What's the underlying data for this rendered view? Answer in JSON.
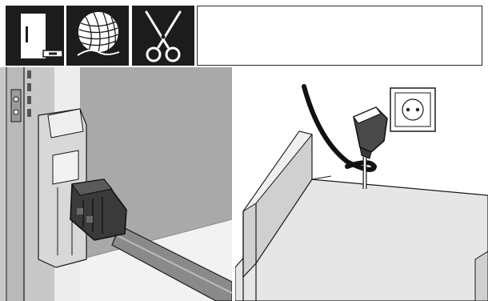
{
  "header": {
    "icons": [
      {
        "name": "appliance-icon",
        "label": ""
      },
      {
        "name": "cord-bundle-icon",
        "label": ""
      },
      {
        "name": "scissors-icon",
        "label": ""
      }
    ]
  },
  "panels": [
    {
      "name": "connector-panel",
      "depicts": "power-cable-connector-on-appliance"
    },
    {
      "name": "outlet-panel",
      "depicts": "power-plug-at-wall-socket"
    }
  ],
  "colors": {
    "icon_background": "#1c1c1c",
    "wall_gray": "#a9a9a9",
    "floor_light": "#e6e6e6",
    "line": "#1a1a1a"
  }
}
